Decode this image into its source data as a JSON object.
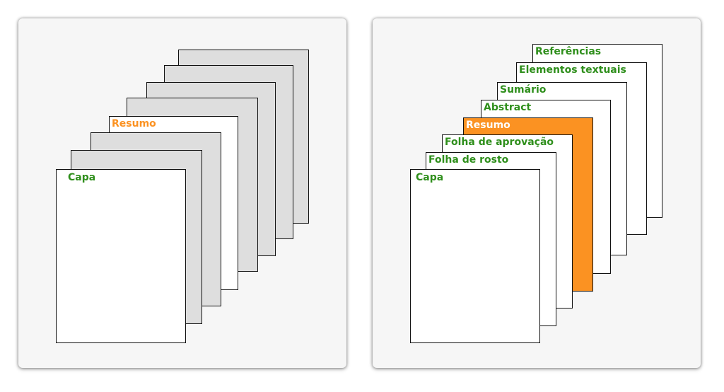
{
  "colors": {
    "label_green": "#2f8f1c",
    "highlight_orange": "#fb9222",
    "page_gray": "#dedede",
    "page_white": "#ffffff",
    "panel_bg": "#f6f6f6"
  },
  "left_diagram": {
    "highlighted_label": "Resumo",
    "front_label": "Capa"
  },
  "right_diagram": {
    "labels": {
      "referencias": "Referências",
      "elementos_textuais": "Elementos textuais",
      "sumario": "Sumário",
      "abstract": "Abstract",
      "resumo": "Resumo",
      "folha_aprovacao": "Folha de aprovação",
      "folha_rosto": "Folha de rosto",
      "capa": "Capa"
    }
  }
}
